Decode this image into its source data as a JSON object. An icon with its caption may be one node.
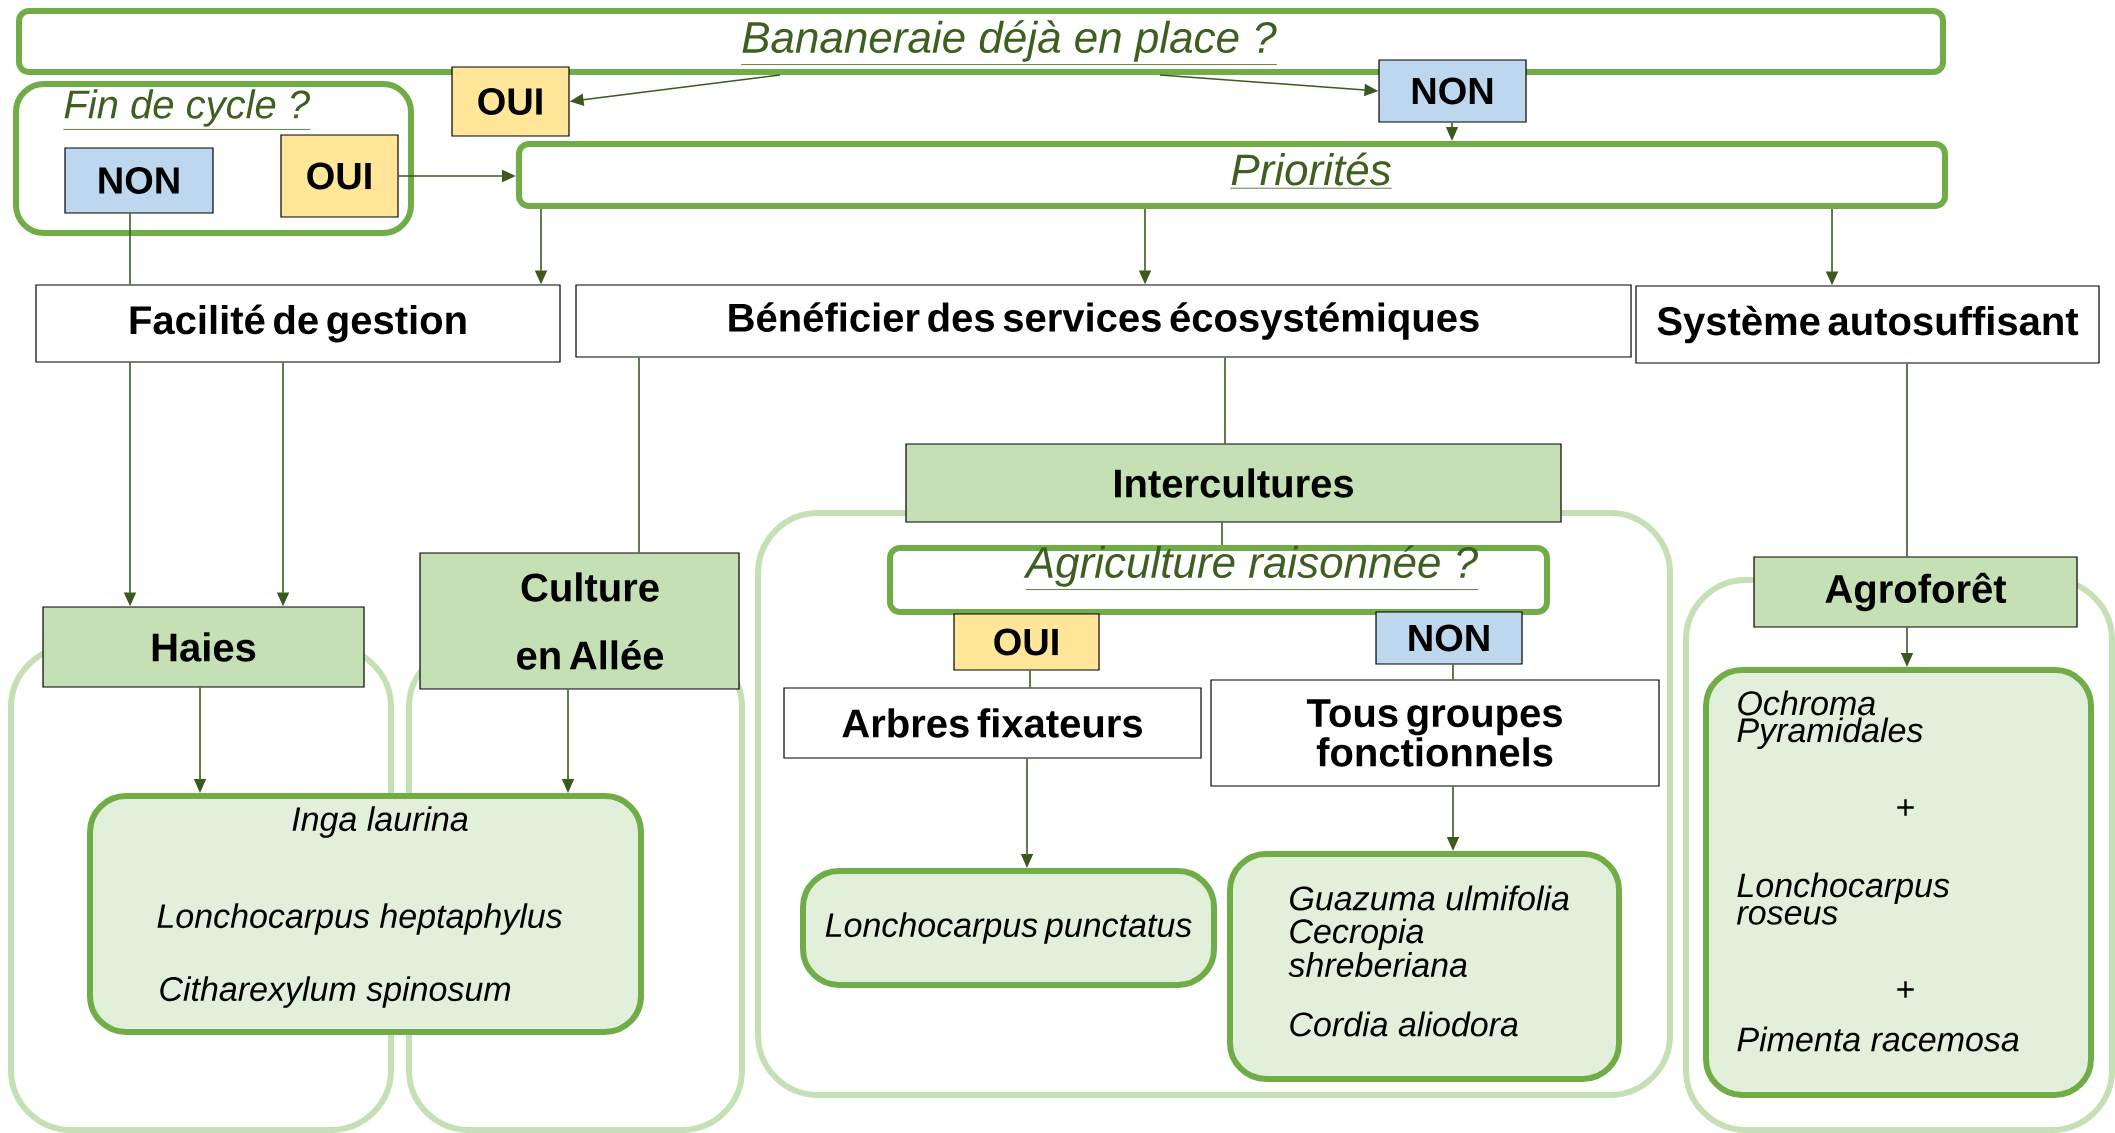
{
  "diagram": {
    "nodes": [
      {
        "text": [
          "Bananeraie déjà en place ?"
        ]
      },
      {
        "text": [
          "Fin de cycle ?"
        ]
      },
      {
        "text": [
          "OUI"
        ]
      },
      {
        "text": [
          "NON"
        ],
        "in": 1
      },
      {
        "text": [
          "OUI"
        ],
        "in": 1
      },
      {
        "text": [
          "NON"
        ]
      },
      {
        "text": [
          "Priorités"
        ]
      },
      {
        "text": [
          "Facilité de gestion"
        ]
      },
      {
        "text": [
          "Bénéficier des services écosystémiques"
        ]
      },
      {
        "text": [
          "Système autosuffisant"
        ]
      },
      {
        "text": [
          "Intercultures"
        ]
      },
      {
        "text": [
          "Culture en Allée"
        ]
      },
      {
        "text": [
          "Agriculture raisonnée ?"
        ]
      },
      {
        "text": [
          "Haies"
        ]
      },
      {
        "text": [
          "Agroforêt"
        ]
      },
      {
        "text": [
          "OUI"
        ]
      },
      {
        "text": [
          "NON"
        ]
      },
      {
        "text": [
          "Arbres fixateurs"
        ]
      },
      {
        "text": [
          "Tous groupes fonctionnels"
        ]
      },
      {
        "text": [
          "Inga laurina",
          "Lonchocarpus heptaphylus",
          "Citharexylum spinosum"
        ]
      },
      {
        "text": [
          "Lonchocarpus punctatus"
        ]
      },
      {
        "text": [
          "Guazuma ulmifolia",
          "Cecropia shreberiana",
          "Cordia aliodora"
        ]
      },
      {
        "text": [
          "Ochroma Pyramidales",
          "+",
          "Lonchocarpus roseus",
          "+",
          "Pimenta racemosa"
        ]
      }
    ],
    "edges": [
      {
        "from": 0,
        "to": 2,
        "arrow": "to"
      },
      {
        "from": 0,
        "to": 5,
        "arrow": "to"
      },
      {
        "from": 5,
        "to": 6,
        "arrow": "to"
      },
      {
        "from": 4,
        "to": 6,
        "arrow": "to"
      },
      {
        "from": 3,
        "to": 7,
        "arrow": "none"
      },
      {
        "from": 7,
        "to": 13,
        "arrow": "to"
      },
      {
        "from": 7,
        "to": 13,
        "arrow": "to"
      },
      {
        "from": 6,
        "to": 7,
        "arrow": "to"
      },
      {
        "from": 6,
        "to": 8,
        "arrow": "to"
      },
      {
        "from": 6,
        "to": 9,
        "arrow": "to"
      },
      {
        "from": 8,
        "to": 11,
        "arrow": "none"
      },
      {
        "from": 8,
        "to": 10,
        "arrow": "none"
      },
      {
        "from": 9,
        "to": 14,
        "arrow": "none"
      },
      {
        "from": 10,
        "to": 12,
        "arrow": "none"
      },
      {
        "from": 13,
        "to": 19,
        "arrow": "to"
      },
      {
        "from": 11,
        "to": 19,
        "arrow": "to"
      },
      {
        "from": 15,
        "to": 17,
        "arrow": "none"
      },
      {
        "from": 16,
        "to": 18,
        "arrow": "none"
      },
      {
        "from": 17,
        "to": 20,
        "arrow": "to"
      },
      {
        "from": 18,
        "to": 21,
        "arrow": "to"
      },
      {
        "from": 14,
        "to": 22,
        "arrow": "to"
      }
    ]
  }
}
